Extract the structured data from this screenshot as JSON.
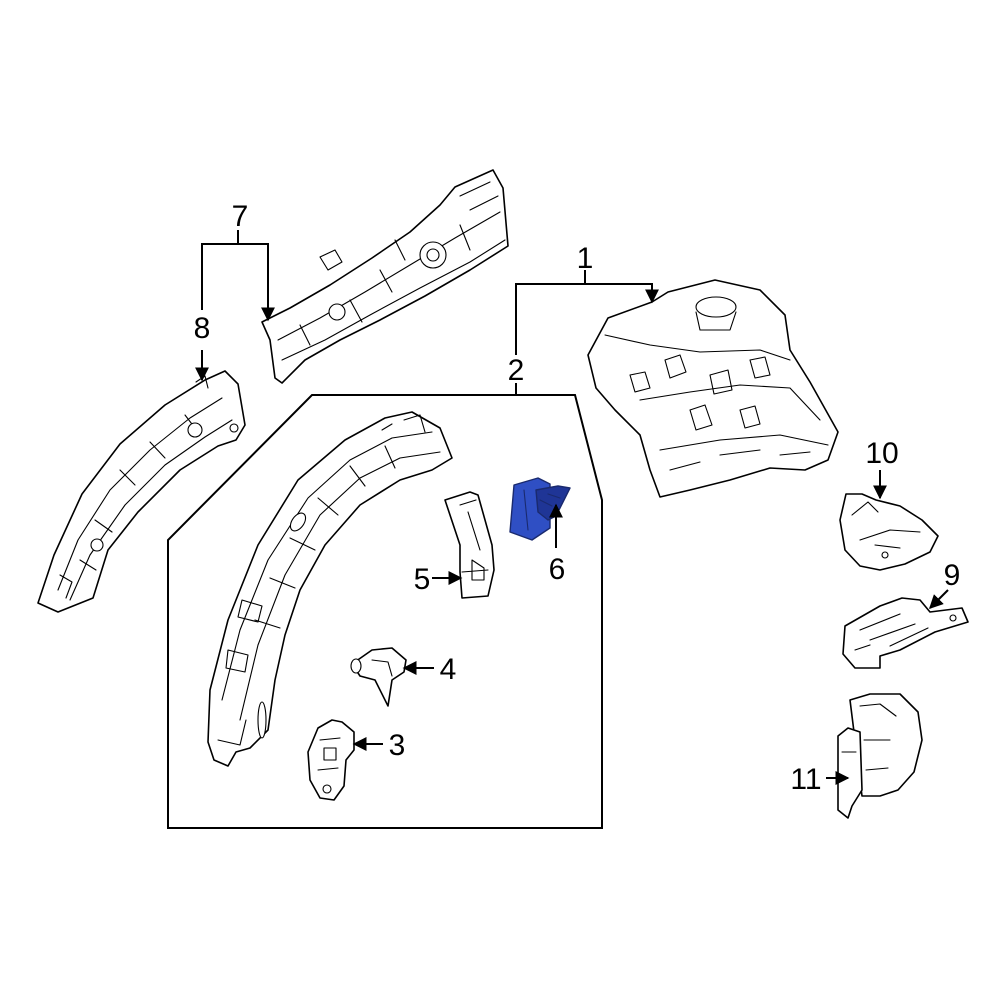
{
  "callouts": {
    "c1": "1",
    "c2": "2",
    "c3": "3",
    "c4": "4",
    "c5": "5",
    "c6": "6",
    "c7": "7",
    "c8": "8",
    "c9": "9",
    "c10": "10",
    "c11": "11"
  },
  "highlighted_part": "6",
  "colors": {
    "highlight": "#2f4fc4",
    "highlight_dark": "#1f3596",
    "line": "#000000",
    "background": "#ffffff"
  }
}
